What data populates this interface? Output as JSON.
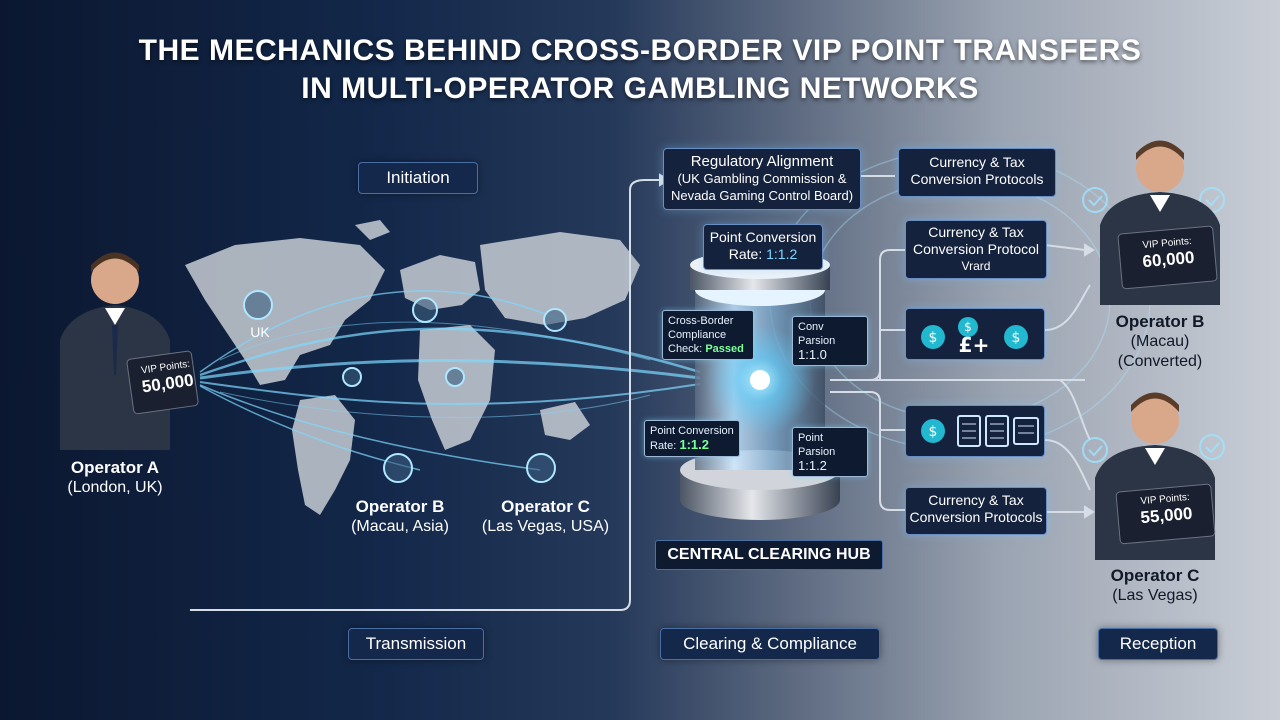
{
  "title": {
    "line1": "THE MECHANICS BEHIND CROSS-BORDER VIP POINT TRANSFERS",
    "line2": "IN MULTI-OPERATOR GAMBLING NETWORKS"
  },
  "stages": {
    "initiation": "Initiation",
    "transmission": "Transmission",
    "clearing": "Clearing & Compliance",
    "reception": "Reception"
  },
  "map": {
    "uk_label": "UK"
  },
  "operators": {
    "a": {
      "name": "Operator A",
      "location": "(London, UK)",
      "points_label": "VIP Points:",
      "points": "50,000"
    },
    "b_map": {
      "name": "Operator B",
      "location": "(Macau, Asia)"
    },
    "c_map": {
      "name": "Operator C",
      "location": "(Las Vegas, USA)"
    },
    "b": {
      "name": "Operator B",
      "location1": "(Macau)",
      "location2": "(Converted)",
      "points_label": "VIP Points:",
      "points": "60,000"
    },
    "c": {
      "name": "Operator C",
      "location": "(Las Vegas)",
      "points_label": "VIP Points:",
      "points": "55,000"
    }
  },
  "boxes": {
    "regulatory": {
      "line1": "Regulatory Alignment",
      "line2": "(UK Gambling Commission &",
      "line3": "Nevada Gaming Control Board)"
    },
    "currency_top": {
      "line1": "Currency & Tax",
      "line2": "Conversion Protocols"
    },
    "point_conversion": {
      "line1": "Point Conversion",
      "line2_prefix": "Rate: ",
      "rate": "1:1.2"
    },
    "currency_mid": {
      "line1": "Currency & Tax",
      "line2": "Conversion Protocol",
      "line3": "Vrard"
    },
    "currency_bottom": {
      "line1": "Currency & Tax",
      "line2": "Conversion Protocols"
    }
  },
  "hub": {
    "label": "CENTRAL CLEARING HUB",
    "m1": {
      "line1": "Cross-Border",
      "line2": "Compliance",
      "line3": "Check:",
      "status": "Passed"
    },
    "m2": {
      "line1": "Conv Parsion",
      "line2": "1:1.0"
    },
    "m3": {
      "line1": "Point Conversion",
      "line2": "Rate:",
      "rate": "1:1.2"
    },
    "m4": {
      "line1": "Point Parsion",
      "line2": "1:1.2"
    }
  },
  "icons": {
    "row1": [
      "dollar-coin-icon",
      "dollar-coin-icon",
      "pound-plus-icon",
      "dollar-coin-icon"
    ],
    "row2": [
      "dollar-coin-icon",
      "calculator-icon",
      "calculator-icon",
      "calculator-icon"
    ]
  },
  "colors": {
    "navy": "#0b1730",
    "panel": "#14223d",
    "glow": "#7fd8ff",
    "accent_green": "#7dff9a"
  }
}
